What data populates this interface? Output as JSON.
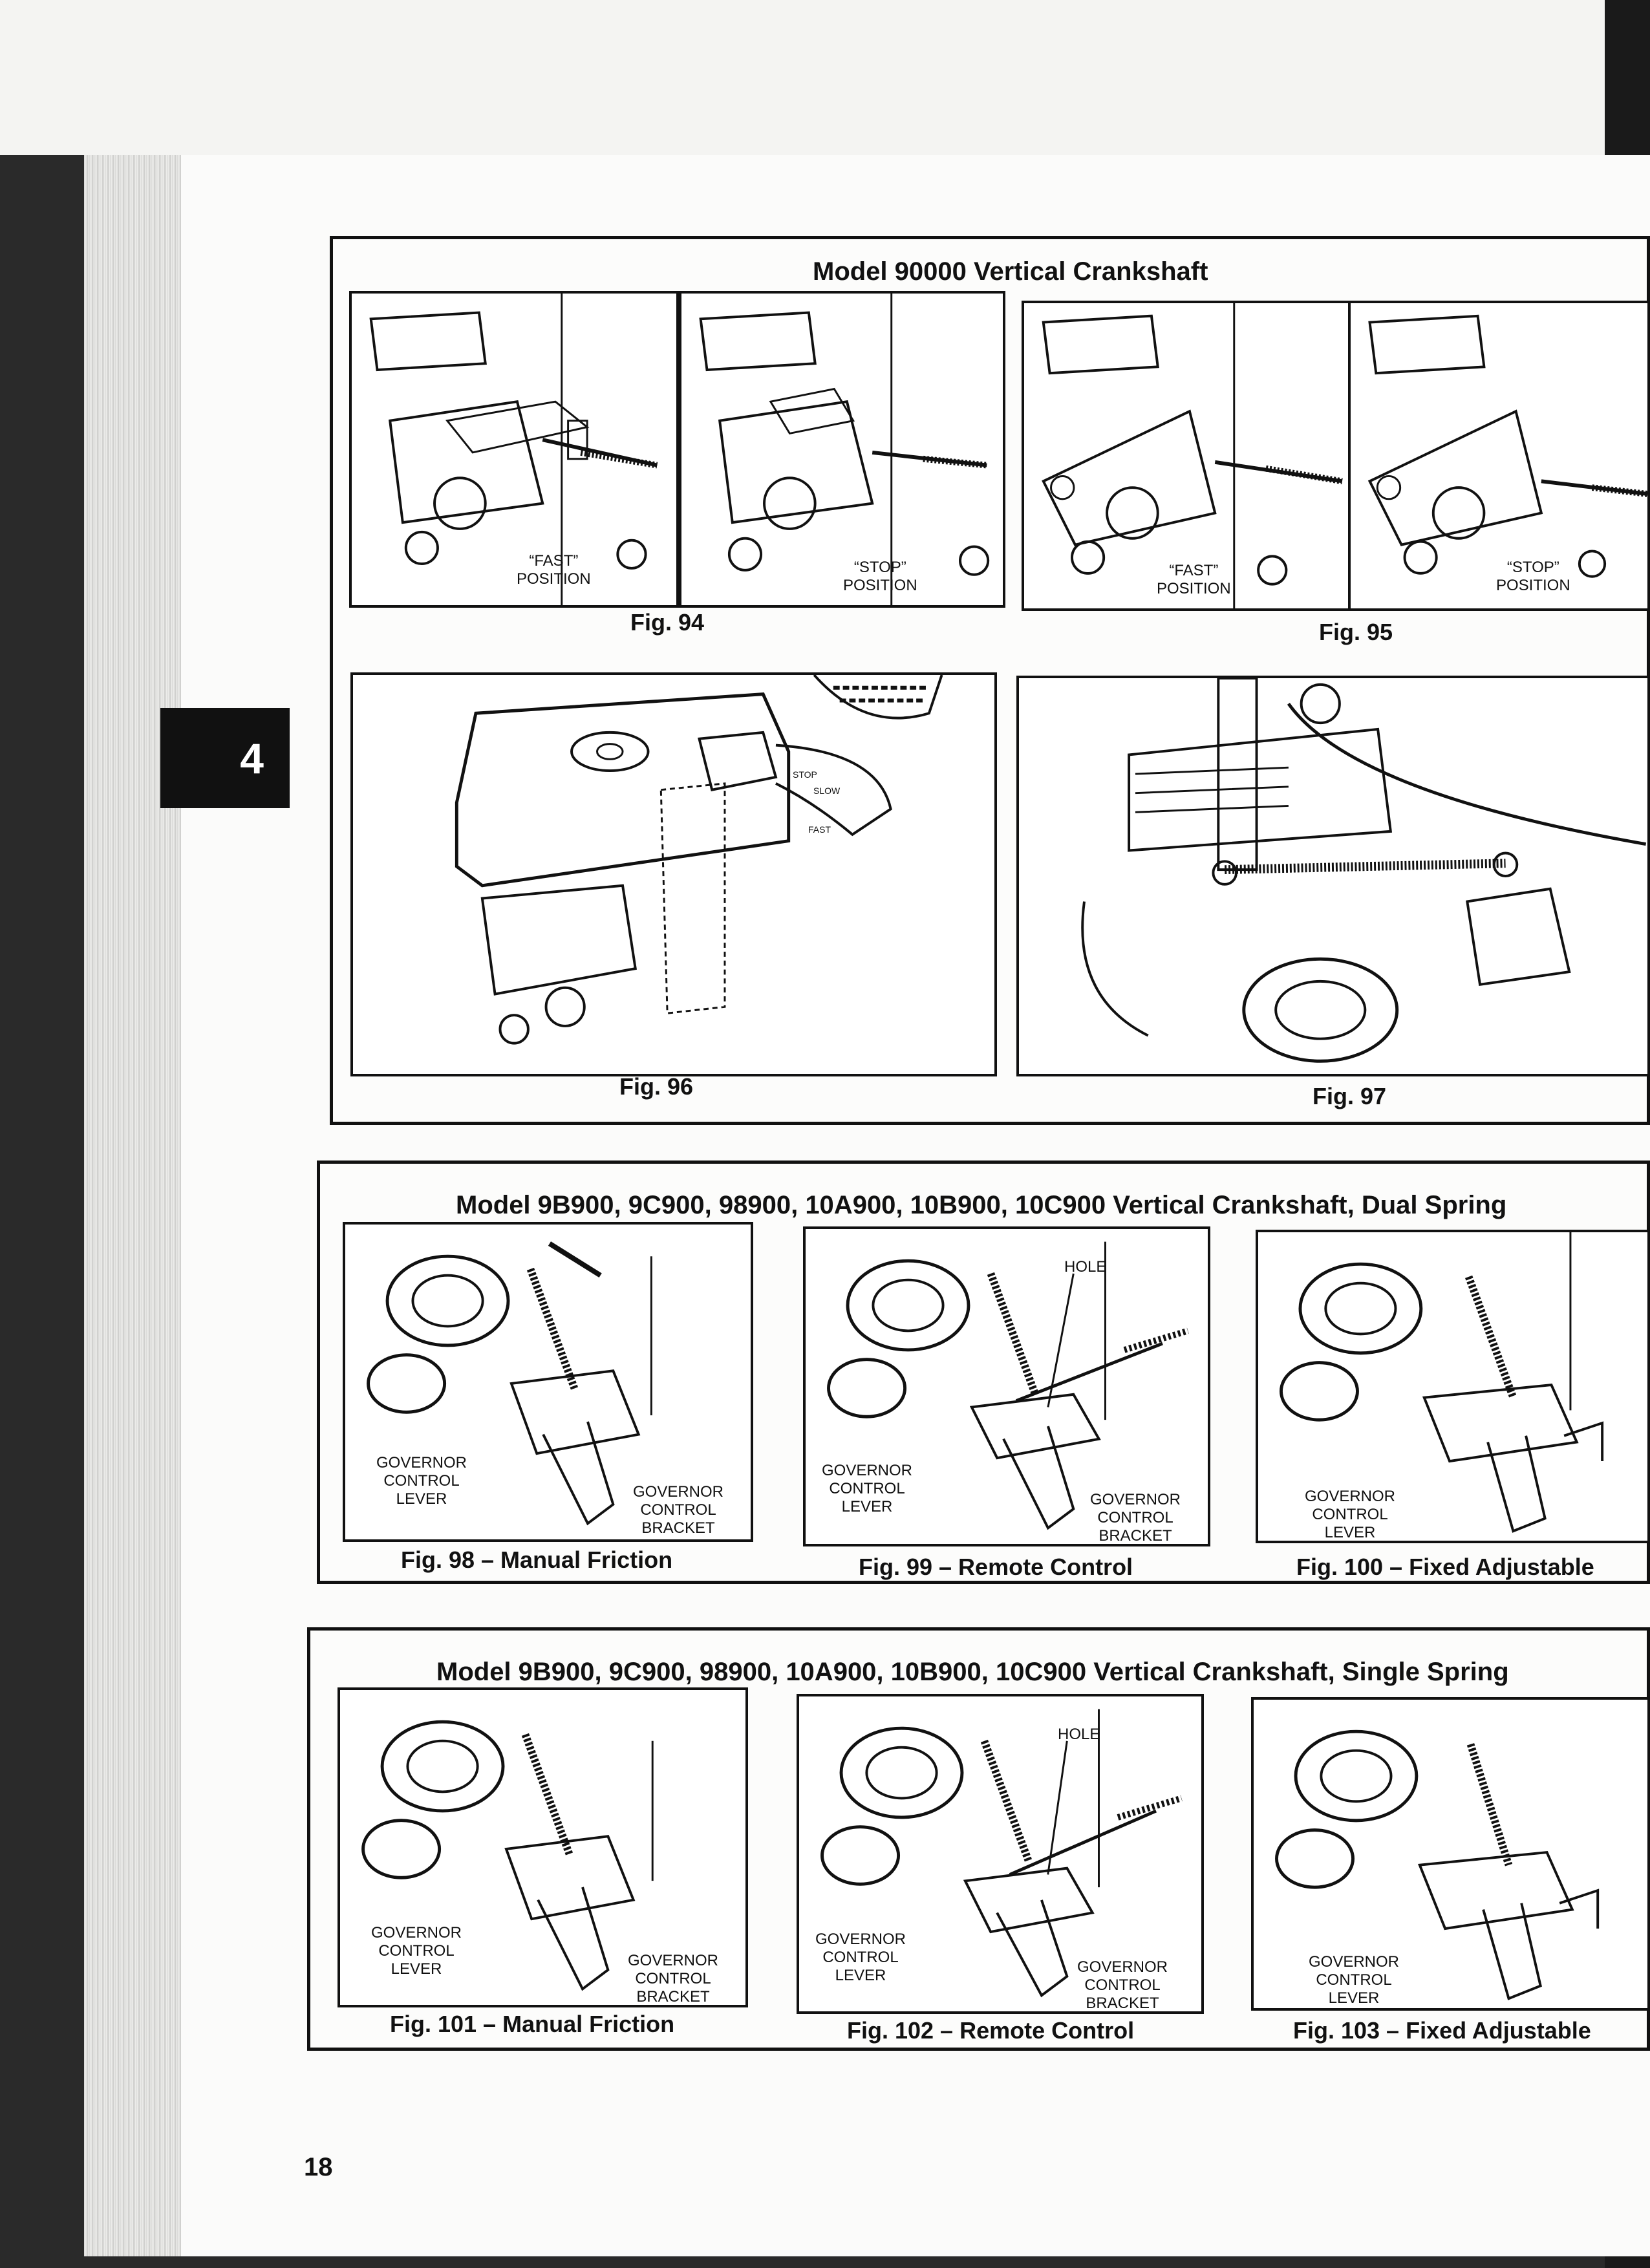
{
  "chapter_tab": "4",
  "page_number": "18",
  "panels": {
    "model_90000": {
      "title": "Model 90000 Vertical Crankshaft",
      "figures": {
        "fig94": {
          "caption": "Fig. 94",
          "left_label": "“FAST”\nPOSITION",
          "right_label": "“STOP”\nPOSITION"
        },
        "fig95": {
          "caption": "Fig. 95",
          "left_label": "“FAST”\nPOSITION",
          "right_label": "“STOP”\nPOSITION"
        },
        "fig96": {
          "caption": "Fig. 96",
          "knob_labels": [
            "STOP",
            "SLOW",
            "FAST"
          ]
        },
        "fig97": {
          "caption": "Fig. 97"
        }
      }
    },
    "dual_spring": {
      "title": "Model 9B900, 9C900, 98900, 10A900, 10B900, 10C900 Vertical Crankshaft, Dual Spring",
      "figures": {
        "fig98": {
          "caption": "Fig. 98 – Manual Friction",
          "lever_label": "GOVERNOR\nCONTROL\nLEVER",
          "bracket_label": "GOVERNOR\nCONTROL\nBRACKET"
        },
        "fig99": {
          "caption": "Fig. 99 – Remote Control",
          "hole_label": "HOLE",
          "lever_label": "GOVERNOR\nCONTROL\nLEVER",
          "bracket_label": "GOVERNOR\nCONTROL\nBRACKET"
        },
        "fig100": {
          "caption": "Fig. 100 – Fixed Adjustable",
          "lever_label": "GOVERNOR\nCONTROL\nLEVER"
        }
      }
    },
    "single_spring": {
      "title": "Model 9B900, 9C900, 98900, 10A900, 10B900, 10C900 Vertical Crankshaft, Single Spring",
      "figures": {
        "fig101": {
          "caption": "Fig. 101 – Manual Friction",
          "lever_label": "GOVERNOR\nCONTROL\nLEVER",
          "bracket_label": "GOVERNOR\nCONTROL\nBRACKET"
        },
        "fig102": {
          "caption": "Fig. 102 – Remote Control",
          "hole_label": "HOLE",
          "lever_label": "GOVERNOR\nCONTROL\nLEVER",
          "bracket_label": "GOVERNOR\nCONTROL\nBRACKET"
        },
        "fig103": {
          "caption": "Fig. 103 – Fixed Adjustable",
          "lever_label": "GOVERNOR\nCONTROL\nLEVER"
        }
      }
    }
  }
}
